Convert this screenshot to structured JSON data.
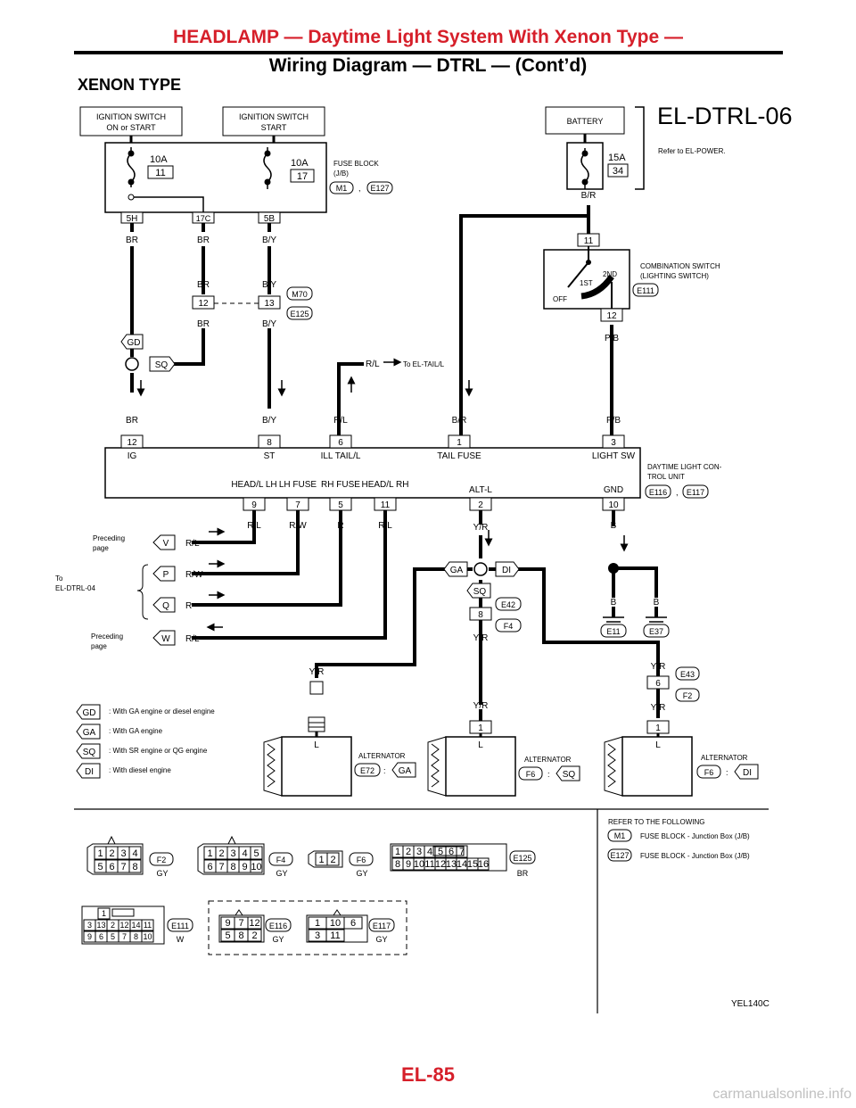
{
  "header": {
    "title_line1": "HEADLAMP — Daytime Light System With Xenon Type —",
    "title_line2": "Wiring Diagram — DTRL — (Cont’d)"
  },
  "section_title": "XENON TYPE",
  "diagram_code": "EL-DTRL-06",
  "power": {
    "ign_on_start": "IGNITION SWITCH ON or START",
    "ign_on_line1": "IGNITION SWITCH",
    "ign_on_line2": "ON or START",
    "ign_start_line1": "IGNITION SWITCH",
    "ign_start_line2": "START",
    "battery": "BATTERY",
    "refer_power": "Refer to EL-POWER.",
    "fuse_block_line1": "FUSE BLOCK",
    "fuse_block_line2": "(J/B)",
    "fuse_block_sep": ",",
    "fuse_a_amp": "10A",
    "fuse_a_no": "11",
    "fuse_b_amp": "10A",
    "fuse_b_no": "17",
    "fuse_c_amp": "15A",
    "fuse_c_no": "34",
    "term_5h": "5H",
    "term_17c": "17C",
    "term_5b": "5B"
  },
  "connectors": {
    "m1": "M1",
    "e127": "E127",
    "m70": "M70",
    "e125": "E125",
    "e111": "E111",
    "e116": "E116",
    "e117": "E117",
    "e42": "E42",
    "f4": "F4",
    "e43": "E43",
    "f2": "F2",
    "e11": "E11",
    "e37": "E37",
    "e72": "E72",
    "f6": "F6"
  },
  "switch": {
    "name_line1": "COMBINATION SWITCH",
    "name_line2": "(LIGHTING SWITCH)",
    "pos_2nd": "2ND",
    "pos_1st": "1ST",
    "pos_off": "OFF",
    "pin_top": "11",
    "pin_bot": "12"
  },
  "wires": {
    "br": "BR",
    "by": "B/Y",
    "rl": "R/L",
    "br2": "B/R",
    "pb": "P/B",
    "rw": "R/W",
    "r": "R",
    "yr": "Y/R",
    "b": "B"
  },
  "joint_pins": {
    "p12": "12",
    "p13": "13",
    "p8": "8",
    "p6": "6",
    "p1": "1"
  },
  "to_tail": "To EL-TAIL/L",
  "unit": {
    "name_line1": "DAYTIME LIGHT CON-",
    "name_line2": "TROL UNIT",
    "sep": ",",
    "top_pins": [
      {
        "pin": "12",
        "label": "IG"
      },
      {
        "pin": "8",
        "label": "ST"
      },
      {
        "pin": "6",
        "label": "ILL TAIL/L"
      },
      {
        "pin": "1",
        "label": "TAIL FUSE"
      },
      {
        "pin": "3",
        "label": "LIGHT SW"
      }
    ],
    "bottom_pins": [
      {
        "pin": "9",
        "label": "HEAD/L LH"
      },
      {
        "pin": "7",
        "label": "LH FUSE"
      },
      {
        "pin": "5",
        "label": "RH FUSE"
      },
      {
        "pin": "11",
        "label": "HEAD/L RH"
      },
      {
        "pin": "2",
        "label": "ALT-L"
      },
      {
        "pin": "10",
        "label": "GND"
      }
    ]
  },
  "offpage": {
    "preceding_page_line1": "Preceding",
    "preceding_page_line2": "page",
    "to_line1": "To",
    "to_line2": "EL-DTRL-04",
    "v": "V",
    "p": "P",
    "q": "Q",
    "w": "W"
  },
  "options": {
    "gd": "GD",
    "ga": "GA",
    "sq": "SQ",
    "di": "DI",
    "legend": [
      {
        "code": "GD",
        "text": ": With GA engine or diesel engine"
      },
      {
        "code": "GA",
        "text": ": With GA engine"
      },
      {
        "code": "SQ",
        "text": ": With SR engine or QG engine"
      },
      {
        "code": "DI",
        "text": ": With diesel engine"
      }
    ]
  },
  "alternators": {
    "label": "ALTERNATOR",
    "term_l": "L",
    "pin_1": "1",
    "pin_6": "6",
    "colon": ":"
  },
  "connector_views": {
    "gy": "GY",
    "br": "BR",
    "w": "W",
    "f2_pins_top": [
      "1",
      "2",
      "3",
      "4"
    ],
    "f2_pins_bot": [
      "5",
      "6",
      "7",
      "8"
    ],
    "f4_pins_top": [
      "1",
      "2",
      "3",
      "4",
      "5"
    ],
    "f4_pins_bot": [
      "6",
      "7",
      "8",
      "9",
      "10"
    ],
    "f6_pins": [
      "1",
      "2"
    ],
    "e125_top": [
      "1",
      "2",
      "3",
      "4",
      "5",
      "6",
      "7"
    ],
    "e125_bot": [
      "8",
      "9",
      "10",
      "11",
      "12",
      "13",
      "14",
      "15",
      "16"
    ],
    "e111_top": [
      "1"
    ],
    "e111_mid": [
      "3",
      "13",
      "2",
      "12",
      "14",
      "11"
    ],
    "e111_bot": [
      "9",
      "6",
      "5",
      "7",
      "8",
      "10"
    ],
    "e116_top": [
      "9",
      "7",
      "12"
    ],
    "e116_bot": [
      "5",
      "8",
      "2"
    ],
    "e117_top": [
      "1",
      "10",
      "6"
    ],
    "e117_bot": [
      "3",
      "11"
    ]
  },
  "refer": {
    "title": "REFER TO THE FOLLOWING",
    "m1_text": "FUSE BLOCK - Junction Box (J/B)",
    "e127_text": "FUSE BLOCK - Junction Box (J/B)"
  },
  "figure_code": "YEL140C",
  "page_number": "EL-85",
  "watermark": "carmanualsonline.info"
}
